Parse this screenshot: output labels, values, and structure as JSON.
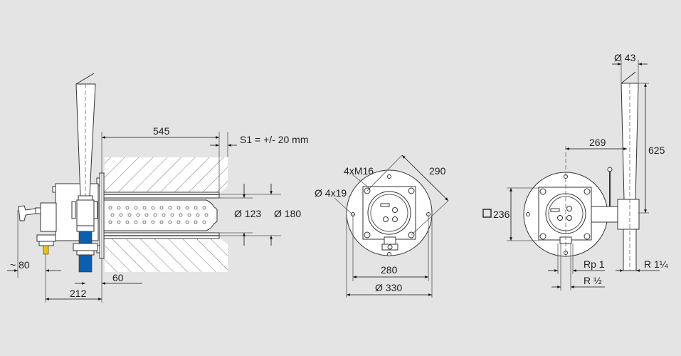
{
  "drawing": {
    "background": "#e4e4e4",
    "line_color": "#333333",
    "dim_color": "#555555",
    "part_fill": "#ffffff",
    "gas_pipe_color": "#0a5fb0",
    "cable_color": "#f2c200",
    "wall_fill": "#ffffff"
  },
  "side_view": {
    "dim_545": "545",
    "dim_s1": "S1 = +/- 20 mm",
    "dim_d123": "Ø 123",
    "dim_d180": "Ø 180",
    "dim_80": "~ 80",
    "dim_60": "60",
    "dim_212": "212"
  },
  "front_view": {
    "dim_4xm16": "4xM16",
    "dim_d4x19": "Ø 4x19",
    "dim_290": "290",
    "dim_280": "280",
    "dim_d330": "Ø 330"
  },
  "back_view": {
    "dim_d43": "Ø 43",
    "dim_625": "625",
    "dim_269": "269",
    "dim_sq236": "236",
    "dim_rp1": "Rp 1",
    "dim_r_half": "R ½",
    "dim_r_1quarter": "R 1¼"
  }
}
